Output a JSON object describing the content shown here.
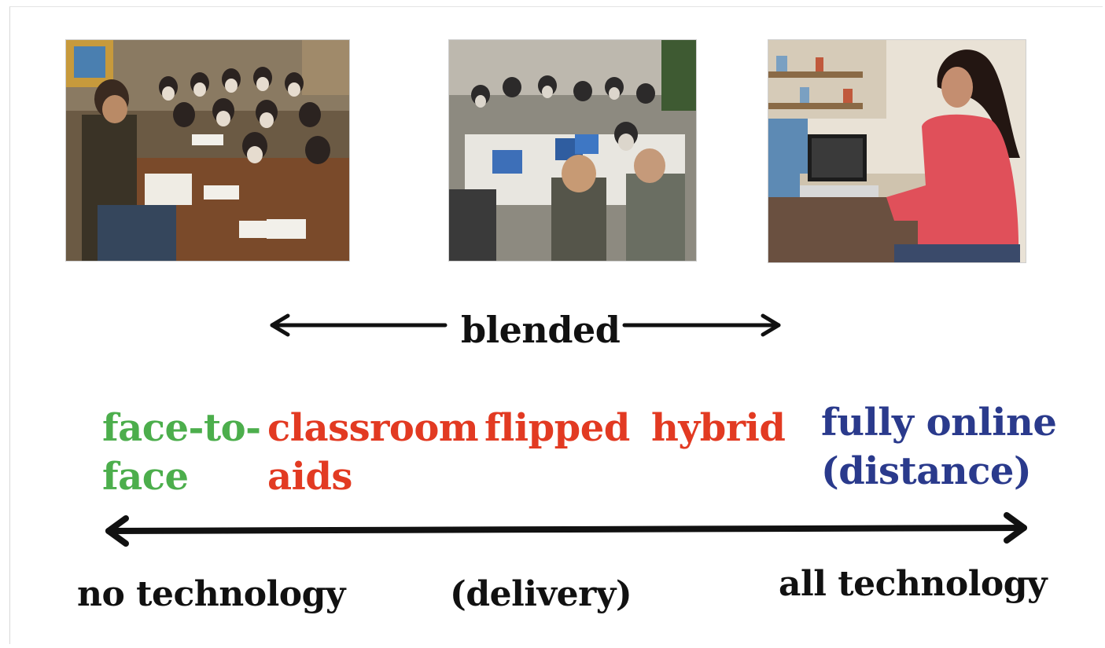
{
  "photos": [
    {
      "icon": "lecture-classroom-photo"
    },
    {
      "icon": "group-laptop-workshop-photo"
    },
    {
      "icon": "student-studying-online-photo"
    }
  ],
  "blended": {
    "label": "blended"
  },
  "categories": [
    {
      "line1": "face-to-",
      "line2": "face",
      "color": "#4cae4c"
    },
    {
      "line1": "classroom",
      "line2": "aids",
      "color": "#e23a22"
    },
    {
      "line1": "flipped",
      "line2": "",
      "color": "#e23a22"
    },
    {
      "line1": "hybrid",
      "line2": "",
      "color": "#e23a22"
    },
    {
      "line1": "fully online",
      "line2": "(distance)",
      "color": "#2a3a8c"
    }
  ],
  "axis": {
    "left_label": "no technology",
    "center_label": "(delivery)",
    "right_label": "all technology"
  }
}
